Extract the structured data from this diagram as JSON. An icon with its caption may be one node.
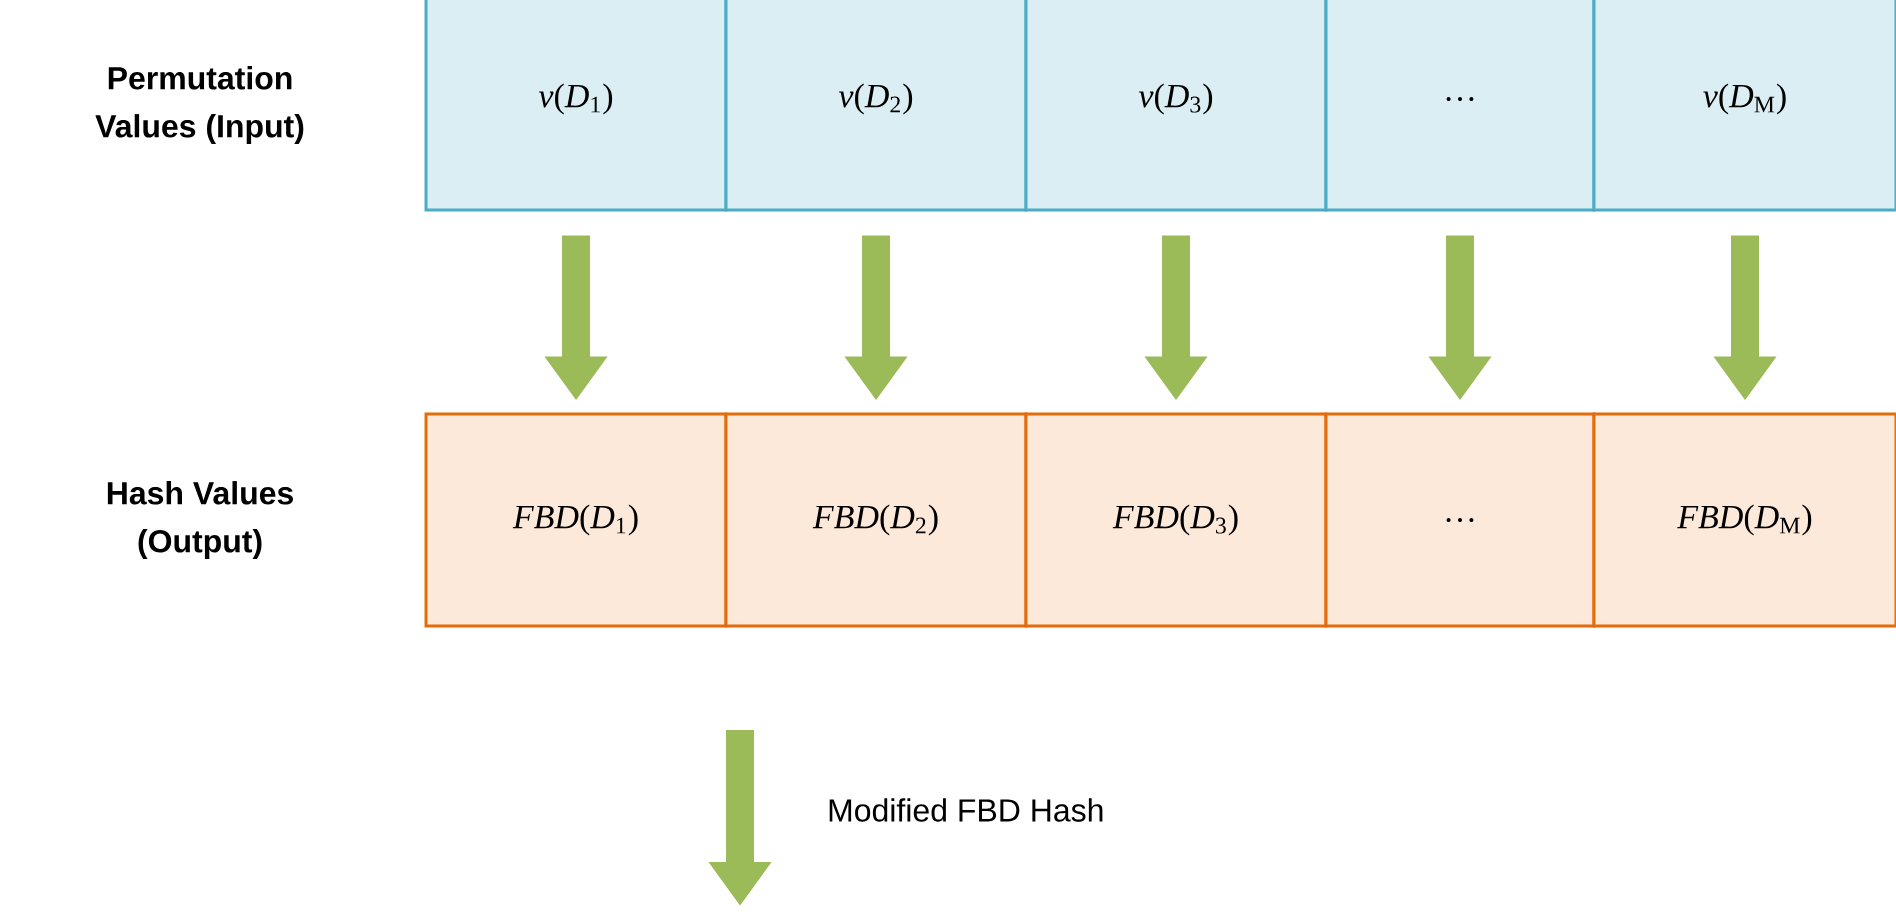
{
  "diagram": {
    "nodes": [
      {
        "text": [
          "Permutation Values (Input)"
        ]
      },
      {
        "text": [
          "*v*(*D*$_{1}$)"
        ],
        "in": 0
      },
      {
        "text": [
          "*v*(*D*$_{2}$)"
        ],
        "in": 0
      },
      {
        "text": [
          "*v*(*D*$_{3}$)"
        ],
        "in": 0
      },
      {
        "text": [
          "…"
        ],
        "in": 0
      },
      {
        "text": [
          "*v*(*D*$_{M}$)"
        ],
        "in": 0
      },
      {
        "text": [
          "Hash Values (Output)"
        ]
      },
      {
        "text": [
          "*FBD*(*D*$_{1}$)"
        ],
        "in": 6
      },
      {
        "text": [
          "*FBD*(*D*$_{2}$)"
        ],
        "in": 6
      },
      {
        "text": [
          "*FBD*(*D*$_{3}$)"
        ],
        "in": 6
      },
      {
        "text": [
          "…"
        ],
        "in": 6
      },
      {
        "text": [
          "*FBD*(*D*$_{M}$)"
        ],
        "in": 6
      }
    ],
    "edges": [
      {
        "from": 1,
        "to": 7,
        "arrow": "to"
      },
      {
        "from": 2,
        "to": 8,
        "arrow": "to"
      },
      {
        "from": 3,
        "to": 9,
        "arrow": "to"
      },
      {
        "from": 4,
        "to": 10,
        "arrow": "to"
      },
      {
        "from": 5,
        "to": 11,
        "arrow": "to"
      }
    ],
    "labels": [
      "Modified FBD Hash"
    ]
  }
}
